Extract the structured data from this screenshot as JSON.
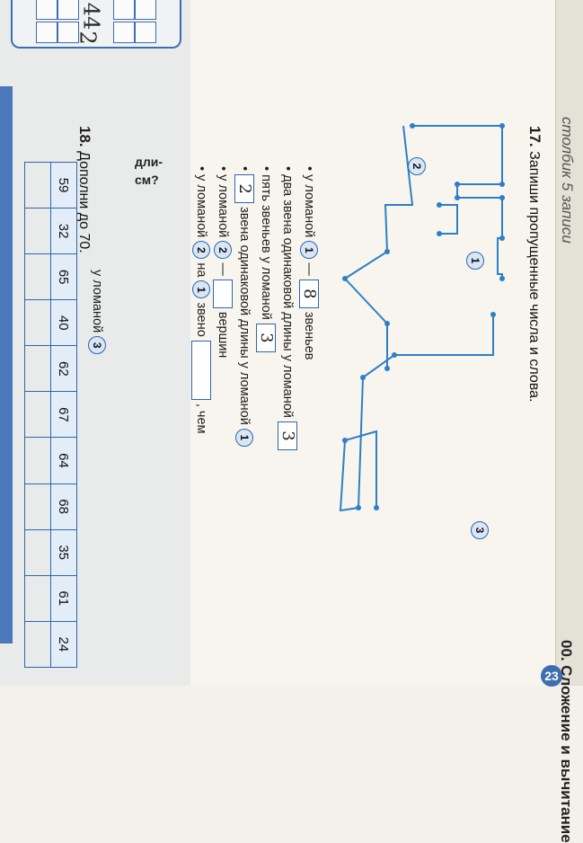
{
  "left_page": {
    "answers": [
      "44",
      "2"
    ],
    "side_text": [
      "дли-",
      "см?"
    ]
  },
  "header": {
    "chapter_heading": "Сложение и вычитание",
    "chapter_num": "00.",
    "page_number": "23",
    "handwritten_top": "столбик 5 записи"
  },
  "task17": {
    "number": "17.",
    "title": "Запиши пропущенные числа и слова.",
    "polylines": [
      "1",
      "2",
      "3"
    ],
    "items": [
      {
        "bullet": "•",
        "pre": "у ломаной",
        "badge": "1",
        "dash": "—",
        "answer": "8",
        "post": "звеньев"
      },
      {
        "bullet": "•",
        "pre": "два звена одинаковой длины у ломаной",
        "answer": "3"
      },
      {
        "bullet": "•",
        "pre": "пять звеньев у ломаной",
        "answer": "3"
      },
      {
        "bullet": "•",
        "answer": "2",
        "post": "звена одинаковой длины у ломаной",
        "badge": "1"
      },
      {
        "bullet": "•",
        "pre": "у ломаной",
        "badge": "2",
        "dash": "—",
        "answer": "",
        "post": "вершин"
      },
      {
        "bullet": "•",
        "pre": "у ломаной",
        "badge": "2",
        "mid": "на",
        "badge2": "1",
        "post": "звено",
        "answer": "",
        "tail": ", чем"
      },
      {
        "bullet": "",
        "pre": "у ломаной",
        "badge": "3"
      }
    ]
  },
  "task18": {
    "number": "18.",
    "title": "Дополни до 70.",
    "values": [
      "59",
      "32",
      "65",
      "40",
      "62",
      "67",
      "64",
      "68",
      "35",
      "61",
      "24"
    ]
  },
  "colors": {
    "blue": "#2e66ad",
    "paper": "#f7f5ee"
  }
}
